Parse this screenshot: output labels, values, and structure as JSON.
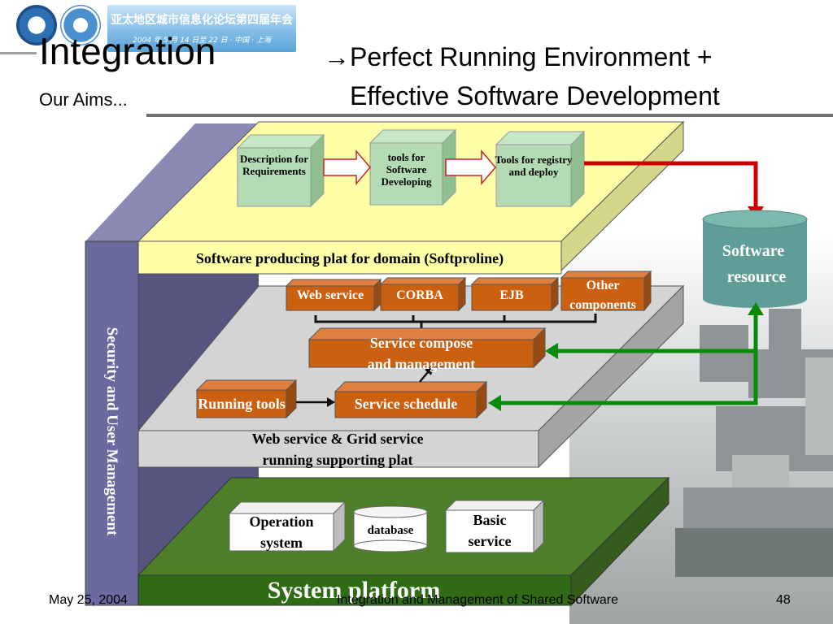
{
  "header": {
    "title": "Integration",
    "subtitle": "Our Aims...",
    "headline_line1": "→Perfect Running Environment +",
    "headline_line2": "Effective Software Development",
    "banner_line1": "亚太地区城市信息化论坛第四届年会",
    "banner_line2": "2004 年 5 月 14 日至 22 日 · 中国 · 上海"
  },
  "diagram": {
    "side_bar_label": "Security and User Management",
    "top_plat": {
      "label": "Software producing plat for domain (Softproline)",
      "boxes": [
        "Description for Requirements",
        "tools for Software Developing",
        "Tools for registry and deploy"
      ]
    },
    "middle_plat": {
      "label_line1": "Web service & Grid service",
      "label_line2": "running supporting plat",
      "components": [
        "Web service",
        "CORBA",
        "EJB"
      ],
      "other_components_line1": "Other",
      "other_components_line2": "components",
      "service_compose_line1": "Service compose",
      "service_compose_line2": "and management",
      "running_tools": "Running tools",
      "service_schedule": "Service schedule"
    },
    "software_resource_line1": "Software",
    "software_resource_line2": "resource",
    "bottom_plat": {
      "label": "System platform",
      "operation_system_line1": "Operation",
      "operation_system_line2": "system",
      "database": "database",
      "basic_service_line1": "Basic",
      "basic_service_line2": "service"
    }
  },
  "footer": {
    "date": "May 25, 2004",
    "center": "Integration and Management of Shared Software",
    "page": "48"
  },
  "colors": {
    "top_plat": "#ffffa8",
    "mid_plat": "#d4d4d4",
    "bottom_plat": "#4d7f2a",
    "orange_box": "#cc6011",
    "teal": "#5f9e96",
    "sidebar": "#6a6a9f",
    "arrow_red": "#d10000",
    "arrow_green": "#0a8a0a"
  }
}
